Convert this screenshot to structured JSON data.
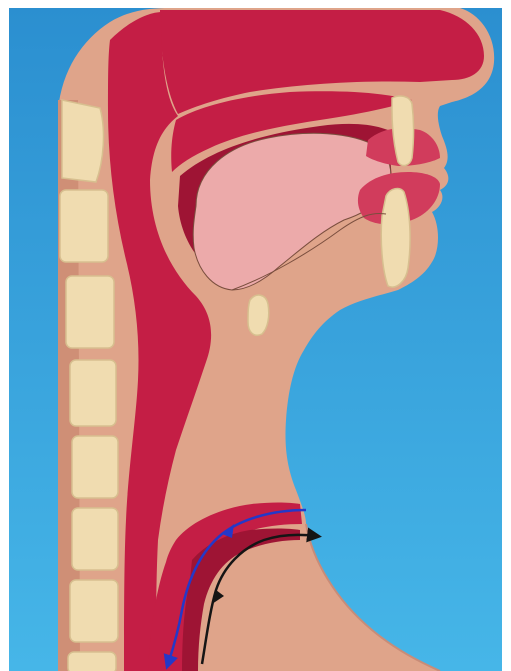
{
  "diagram": {
    "subject": "sagittal-section-head-neck",
    "colors": {
      "background_top": "#2b8fd0",
      "background_bottom": "#46b6e8",
      "frame": "#ffffff",
      "skin": "#dfa48a",
      "skin_dark": "#cf8f76",
      "tissue": "#c41e45",
      "tissue_dark": "#9e1434",
      "tongue": "#ecaaaa",
      "lip": "#d13c5c",
      "bone": "#f0dcb0",
      "bone_outline": "#d7bf8f",
      "outline": "#7a4e3e",
      "arrow_blue": "#2438c8",
      "arrow_black": "#151515"
    },
    "arrows": [
      {
        "name": "air-flow-arrow",
        "direction": "down",
        "color": "arrow_blue"
      },
      {
        "name": "food-flow-arrow",
        "direction": "up-right",
        "color": "arrow_black"
      }
    ]
  }
}
